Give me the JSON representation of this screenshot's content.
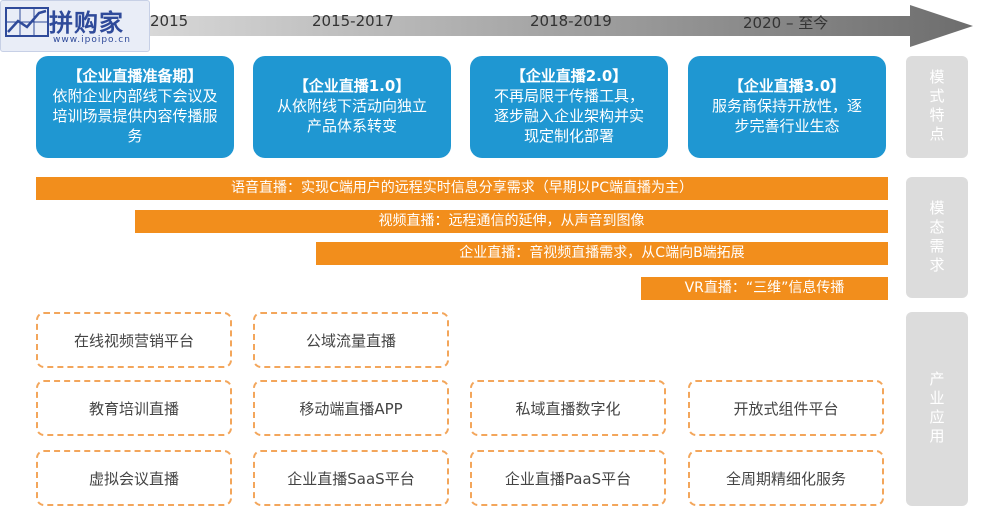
{
  "logo": {
    "name": "拼购家",
    "url": "www.ipoipo.cn"
  },
  "timeline": {
    "periods": [
      "2015",
      "2015-2017",
      "2018-2019",
      "2020 – 至今"
    ]
  },
  "stages": [
    {
      "title": "【企业直播准备期】",
      "desc": "依附企业内部线下会议及培训场景提供内容传播服务"
    },
    {
      "title": "【企业直播1.0】",
      "desc": "从依附线下活动向独立产品体系转变"
    },
    {
      "title": "【企业直播2.0】",
      "desc": "不再局限于传播工具，逐步融入企业架构并实现定制化部署"
    },
    {
      "title": "【企业直播3.0】",
      "desc": "服务商保持开放性，逐步完善行业生态"
    }
  ],
  "side_labels": [
    "模式特点",
    "模态需求",
    "产业应用"
  ],
  "demand_bars": [
    "语音直播：实现C端用户的远程实时信息分享需求（早期以PC端直播为主）",
    "视频直播：远程通信的延伸，从声音到图像",
    "企业直播：音视频直播需求，从C端向B端拓展",
    "VR直播：“三维”信息传播"
  ],
  "applications": [
    [
      "在线视频营销平台",
      "教育培训直播",
      "虚拟会议直播"
    ],
    [
      "公域流量直播",
      "移动端直播APP",
      "企业直播SaaS平台"
    ],
    [
      "私域直播数字化",
      "企业直播PaaS平台"
    ],
    [
      "开放式组件平台",
      "全周期精细化服务"
    ]
  ],
  "colors": {
    "stage_blue": "#1f97d2",
    "bar_orange": "#f28e1c",
    "dashed_orange": "#f3a65b",
    "side_gray": "#dcdcdc",
    "arrow_gray": "#7a7a7a"
  }
}
